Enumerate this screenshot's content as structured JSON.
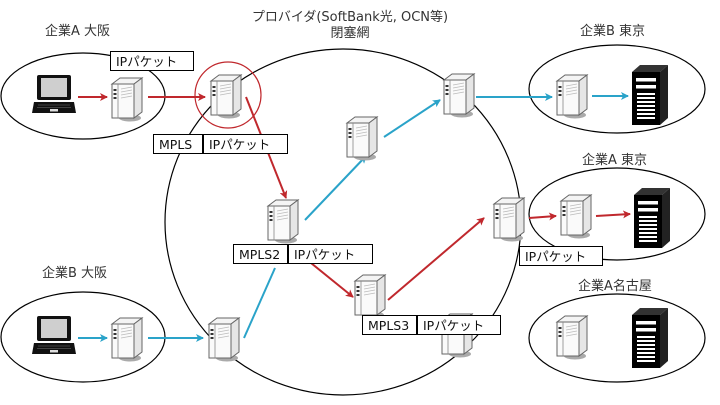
{
  "title": {
    "line1": "プロバイダ(SoftBank光, OCN等)",
    "line2": "閉塞網"
  },
  "sites": [
    {
      "id": "a-osaka",
      "label": "企業A 大阪",
      "client": "laptop"
    },
    {
      "id": "b-osaka",
      "label": "企業B 大阪",
      "client": "laptop"
    },
    {
      "id": "b-tokyo",
      "label": "企業B 東京",
      "client": "server"
    },
    {
      "id": "a-tokyo",
      "label": "企業A 東京",
      "client": "server"
    },
    {
      "id": "a-nagoya",
      "label": "企業A名古屋",
      "client": "server"
    }
  ],
  "packets": {
    "ip_packet": "IPパケット",
    "mpls1": "MPLS",
    "mpls2": "MPLS2",
    "mpls3": "MPLS3"
  },
  "colors": {
    "company_a_path": "#c0282d",
    "company_b_path": "#2aa3c9",
    "highlight_ring": "#c0282d",
    "outline": "#000000"
  },
  "icons": {
    "laptop": "laptop-icon",
    "router": "router-icon",
    "server": "server-tower-icon"
  }
}
